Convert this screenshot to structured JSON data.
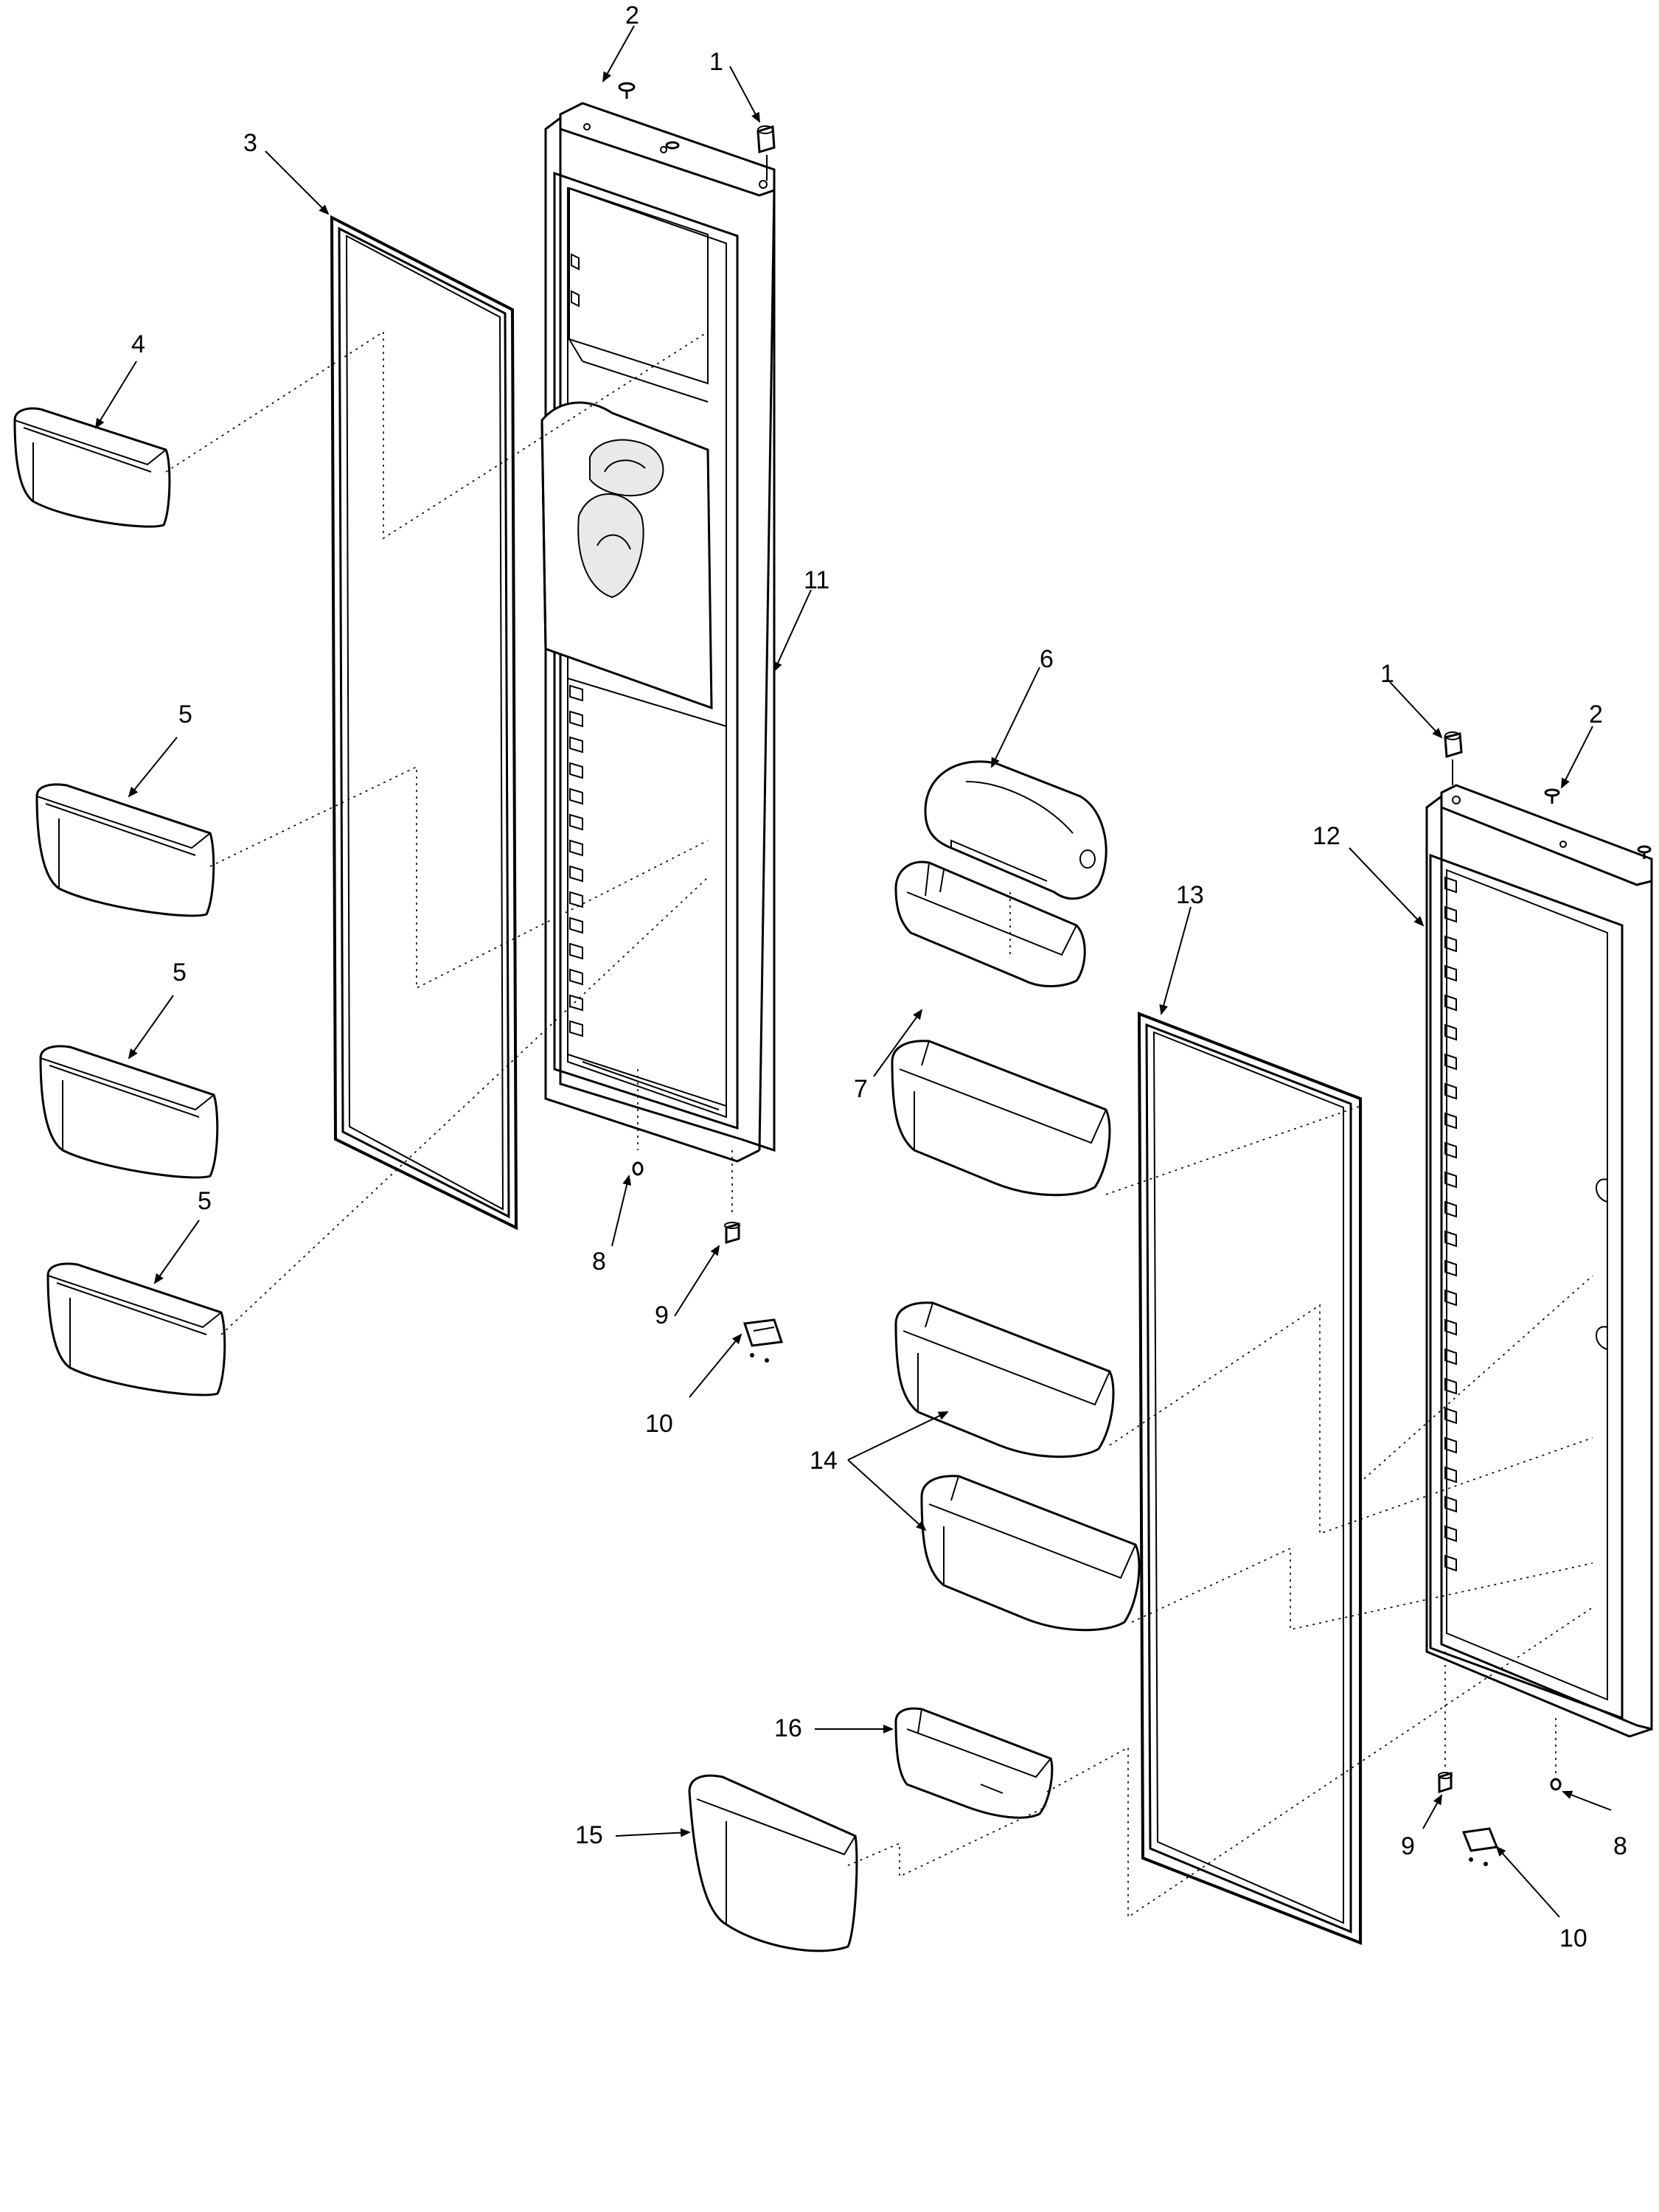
{
  "diagram": {
    "callouts": {
      "c1_left": "1",
      "c2_left": "2",
      "c3": "3",
      "c4": "4",
      "c5_a": "5",
      "c5_b": "5",
      "c5_c": "5",
      "c6": "6",
      "c7": "7",
      "c8_left": "8",
      "c9_left": "9",
      "c10_left": "10",
      "c11": "11",
      "c1_right": "1",
      "c2_right": "2",
      "c12": "12",
      "c13": "13",
      "c14": "14",
      "c16": "16",
      "c15": "15",
      "c9_right": "9",
      "c8_right": "8",
      "c10_right": "10"
    }
  }
}
